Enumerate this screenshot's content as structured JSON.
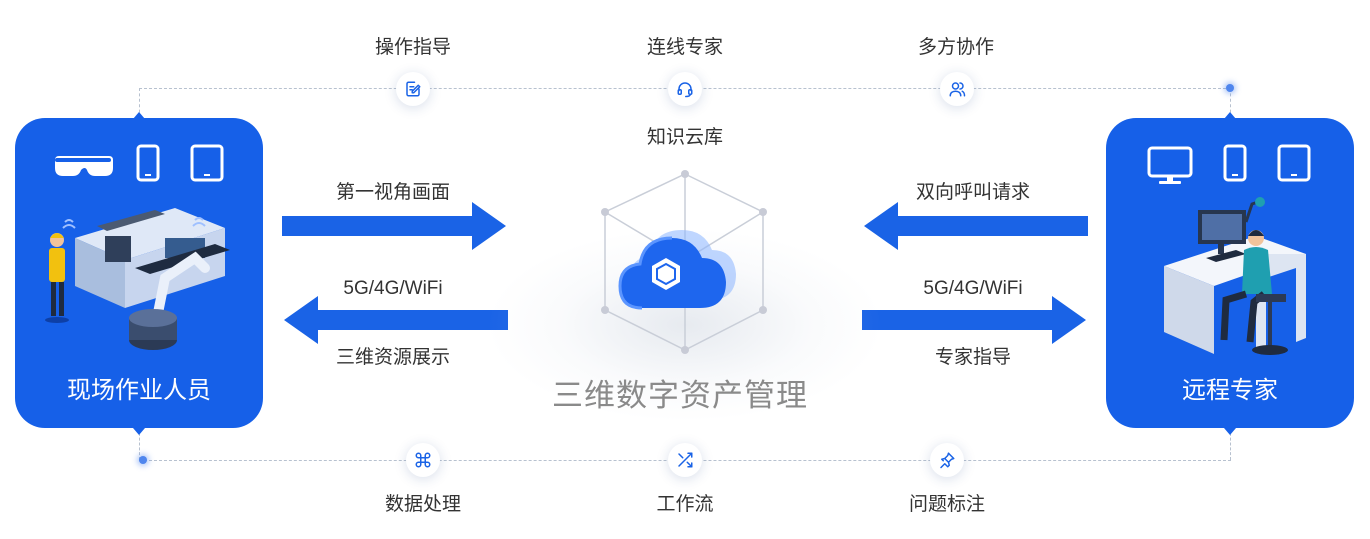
{
  "top_labels": {
    "operation_guide": "操作指导",
    "connect_expert": "连线专家",
    "multi_collab": "多方协作"
  },
  "knowledge_base": "知识云库",
  "left_panel": {
    "title": "现场作业人员"
  },
  "right_panel": {
    "title": "远程专家"
  },
  "arrows": {
    "first_view": "第一视角画面",
    "network_left": "5G/4G/WiFi",
    "three_d_display": "三维资源展示",
    "call_request": "双向呼叫请求",
    "network_right": "5G/4G/WiFi",
    "expert_guide": "专家指导"
  },
  "center_title": "三维数字资产管理",
  "bottom_labels": {
    "data_processing": "数据处理",
    "workflow": "工作流",
    "issue_marking": "问题标注"
  },
  "colors": {
    "primary_blue": "#1660e8",
    "arrow_blue": "#1a63e6",
    "dash_gray": "#b7c1cf",
    "text": "#333333",
    "center_title": "#8a8a8a"
  },
  "icons": {
    "operation_guide": "edit-note-icon",
    "connect_expert": "headset-icon",
    "multi_collab": "users-icon",
    "data_processing": "command-icon",
    "workflow": "shuffle-icon",
    "issue_marking": "pin-icon"
  }
}
